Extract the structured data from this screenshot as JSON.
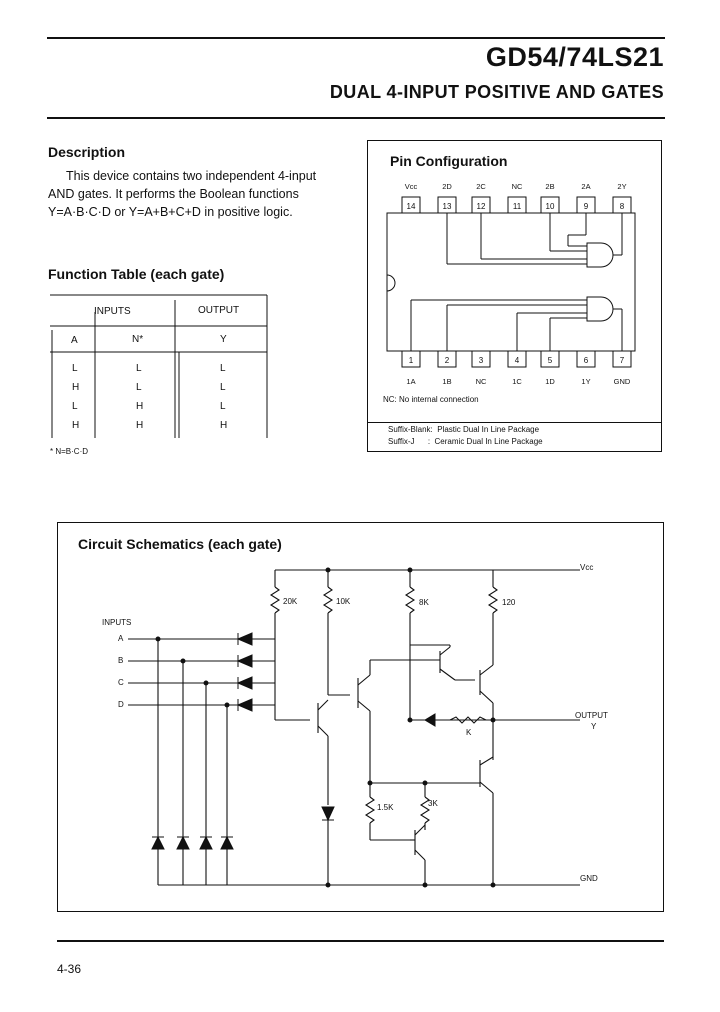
{
  "header": {
    "part_number": "GD54/74LS21",
    "subtitle": "DUAL 4-INPUT POSITIVE AND GATES"
  },
  "description": {
    "heading": "Description",
    "line1": "This device contains two independent 4-input",
    "line2": "AND gates. It performs the Boolean functions",
    "line3": "Y=A·B·C·D or Y=A+B+C+D in positive logic."
  },
  "function_table": {
    "heading": "Function Table (each gate)",
    "group_inputs": "INPUTS",
    "group_output": "OUTPUT",
    "col_a": "A",
    "col_n": "N*",
    "col_y": "Y",
    "rows": [
      [
        "L",
        "L",
        "L"
      ],
      [
        "H",
        "L",
        "L"
      ],
      [
        "L",
        "H",
        "L"
      ],
      [
        "H",
        "H",
        "H"
      ]
    ],
    "footnote": "* N=B·C·D"
  },
  "pin_config": {
    "heading": "Pin Configuration",
    "top_labels": [
      "Vcc",
      "2D",
      "2C",
      "NC",
      "2B",
      "2A",
      "2Y"
    ],
    "top_pins": [
      "14",
      "13",
      "12",
      "11",
      "10",
      "9",
      "8"
    ],
    "bottom_pins": [
      "1",
      "2",
      "3",
      "4",
      "5",
      "6",
      "7"
    ],
    "bottom_labels": [
      "1A",
      "1B",
      "NC",
      "1C",
      "1D",
      "1Y",
      "GND"
    ],
    "nc_note": "NC: No internal connection",
    "suffix_blank": "Suffix-Blank:  Plastic Dual In Line Package",
    "suffix_j": "Suffix-J      :  Ceramic Dual In Line Package"
  },
  "schematic": {
    "heading": "Circuit Schematics (each gate)",
    "vcc": "Vcc",
    "inputs_label": "INPUTS",
    "input_names": [
      "A",
      "B",
      "C",
      "D"
    ],
    "resistors": [
      "20K",
      "10K",
      "8K",
      "120",
      "1.5K",
      "3K",
      "K"
    ],
    "output_label": "OUTPUT",
    "output_sub": "Y",
    "gnd": "GND"
  },
  "footer": {
    "page": "4-36"
  }
}
